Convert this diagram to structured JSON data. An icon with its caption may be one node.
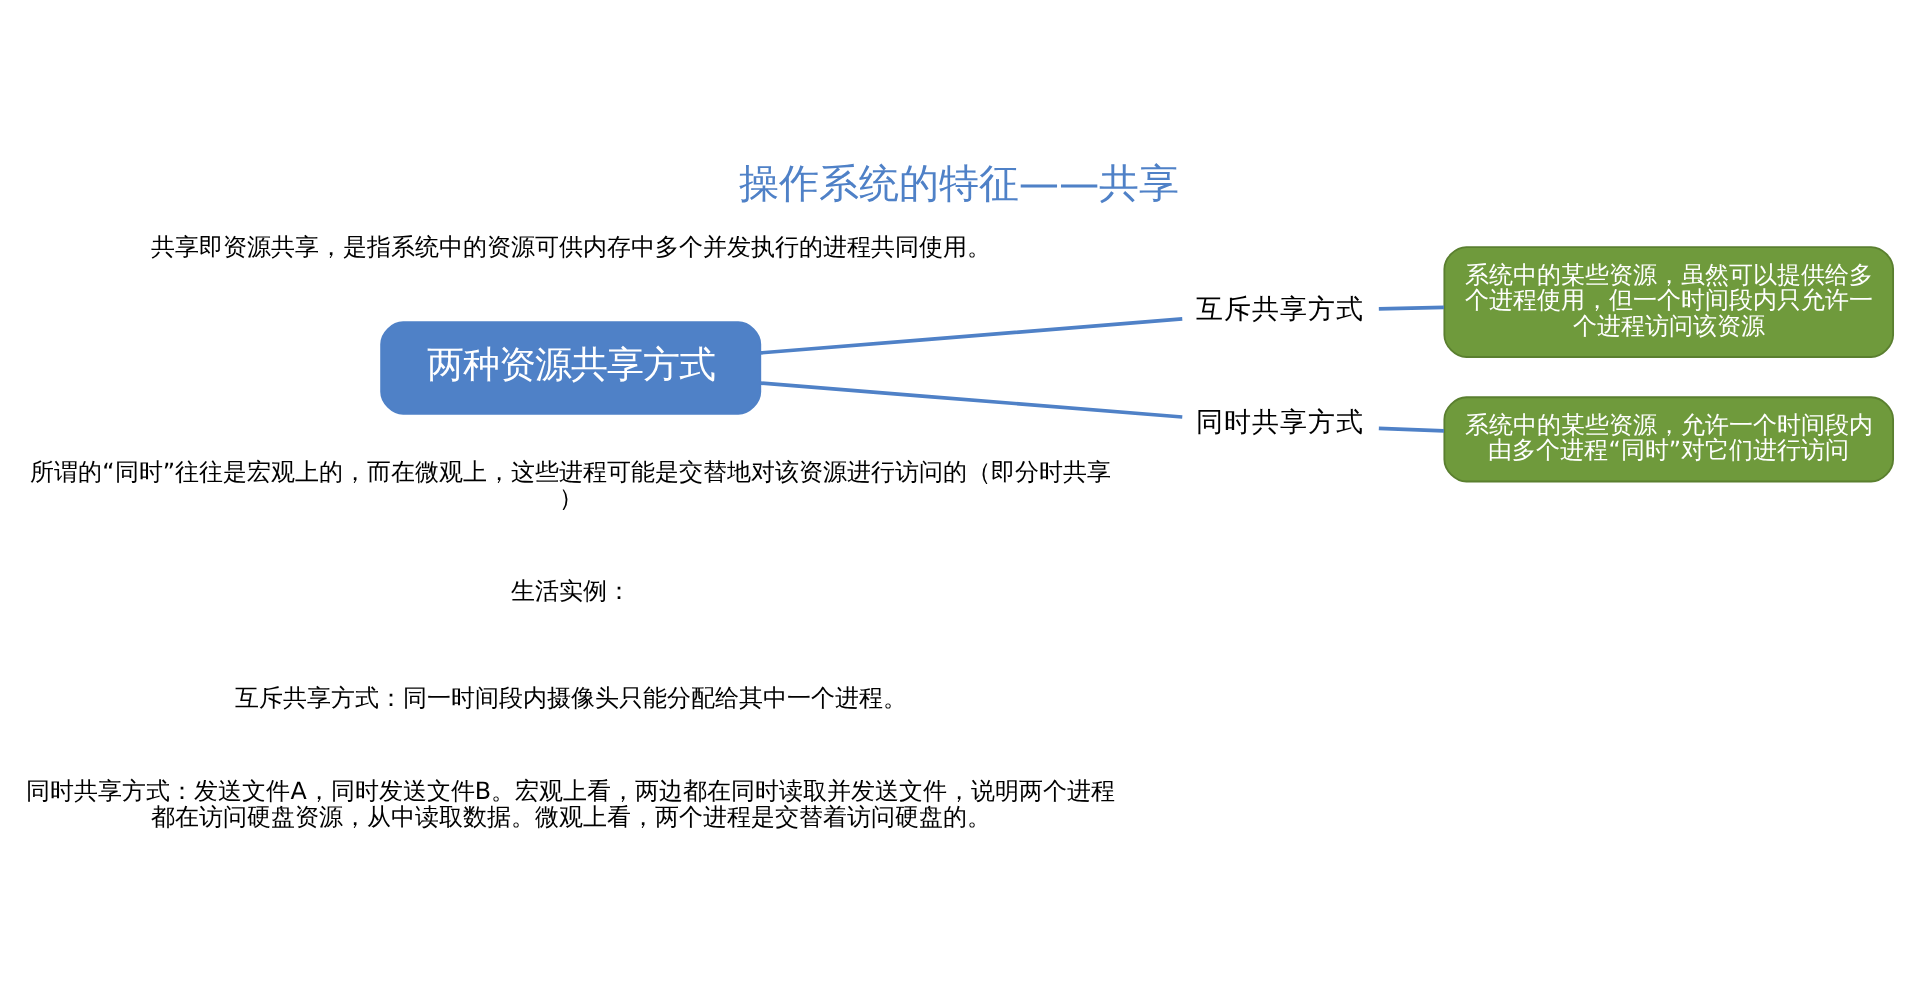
{
  "diagram": {
    "title": "操作系统的特征——共享",
    "nodes": [
      {
        "text": [
          "两种资源共享方式"
        ]
      },
      {
        "text": [
          "互斥共享方式"
        ]
      },
      {
        "text": [
          "同时共享方式"
        ]
      },
      {
        "text": [
          "系统中的某些资源，虽然可以提供给多个进程使用，但一个时间段内只允许一个进程访问该资源"
        ]
      },
      {
        "text": [
          "系统中的某些资源，允许一个时间段内由多个进程“同时”对它们进行访问"
        ]
      }
    ],
    "edges": [
      {
        "from": 0,
        "to": 1,
        "arrow": "none"
      },
      {
        "from": 0,
        "to": 2,
        "arrow": "none"
      },
      {
        "from": 1,
        "to": 3,
        "arrow": "none"
      },
      {
        "from": 2,
        "to": 4,
        "arrow": "none"
      }
    ],
    "labels": [
      "共享即资源共享，是指系统中的资源可供内存中多个并发执行的进程共同使用。",
      "所谓的“同时”往往是宏观上的，而在微观上，这些进程可能是交替地对该资源进行访问的（即分时共享）",
      "生活实例：",
      "互斥共享方式：同一时间段内摄像头只能分配给其中一个进程。",
      "同时共享方式：发送文件A，同时发送文件B。宏观上看，两边都在同时读取并发送文件，说明两个进程都在访问硬盘资源，从中读取数据。微观上看，两个进程是交替着访问硬盘的。"
    ]
  }
}
